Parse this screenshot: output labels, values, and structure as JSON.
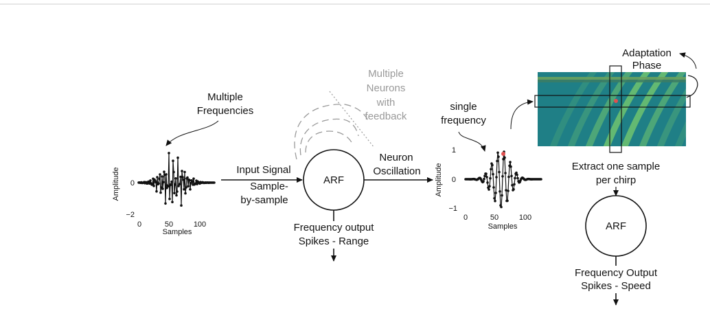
{
  "labels": {
    "multiple_frequencies": [
      "Multiple",
      "Frequencies"
    ],
    "multiple_neurons": [
      "Multiple",
      "Neurons",
      "with",
      "feedback"
    ],
    "single_frequency": [
      "single",
      "frequency"
    ],
    "adaptation_phase": [
      "Adaptation",
      "Phase"
    ],
    "input_signal": "Input Signal",
    "sample_by_sample": [
      "Sample-",
      "by-sample"
    ],
    "neuron_oscillation": [
      "Neuron",
      "Oscillation"
    ],
    "arf_left": "ARF",
    "arf_right": "ARF",
    "frequency_output_range": [
      "Frequency output",
      "Spikes - Range"
    ],
    "extract_one_sample": [
      "Extract one sample",
      "per chirp"
    ],
    "frequency_output_speed": [
      "Frequency Output",
      "Spikes - Speed"
    ]
  },
  "plots": {
    "left": {
      "ylabel": "Amplitude",
      "xlabel": "Samples",
      "yticks": [
        "0",
        "−2"
      ],
      "xticks": [
        "0",
        "50",
        "100"
      ]
    },
    "right": {
      "ylabel": "Amplitude",
      "xlabel": "Samples",
      "yticks": [
        "1",
        "0",
        "−1"
      ],
      "xticks": [
        "0",
        "50",
        "100"
      ]
    }
  },
  "colors": {
    "ink": "#111111",
    "feedback_gray": "#999999",
    "highlight_red": "#e05050",
    "heatmap_base": "#1f7f86",
    "heatmap_stripe": "#7fd06a"
  }
}
